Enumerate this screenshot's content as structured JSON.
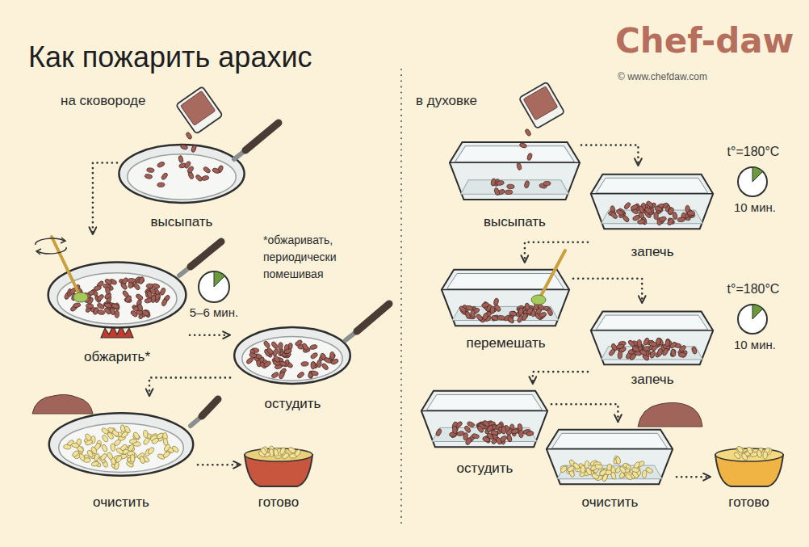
{
  "diagram": {
    "title": "Как пожарить арахис",
    "nodes": [
      {
        "text": [
          "высыпать"
        ]
      },
      {
        "text": [
          "обжарить*"
        ]
      },
      {
        "text": [
          "остудить"
        ]
      },
      {
        "text": [
          "очистить"
        ]
      },
      {
        "text": [
          "готово"
        ]
      },
      {
        "text": [
          "высыпать"
        ]
      },
      {
        "text": [
          "запечь"
        ]
      },
      {
        "text": [
          "перемешать"
        ]
      },
      {
        "text": [
          "запечь"
        ]
      },
      {
        "text": [
          "остудить"
        ]
      },
      {
        "text": [
          "очистить"
        ]
      },
      {
        "text": [
          "готово"
        ]
      }
    ],
    "edges": [
      {
        "from": 0,
        "to": 1,
        "arrow": "to"
      },
      {
        "from": 1,
        "to": 2,
        "arrow": "to"
      },
      {
        "from": 2,
        "to": 3,
        "arrow": "to"
      },
      {
        "from": 3,
        "to": 4,
        "arrow": "to"
      },
      {
        "from": 5,
        "to": 6,
        "arrow": "to"
      },
      {
        "from": 6,
        "to": 7,
        "arrow": "to"
      },
      {
        "from": 7,
        "to": 8,
        "arrow": "to"
      },
      {
        "from": 8,
        "to": 9,
        "arrow": "to"
      },
      {
        "from": 9,
        "to": 10,
        "arrow": "to"
      },
      {
        "from": 10,
        "to": 11,
        "arrow": "to"
      }
    ],
    "labels": [
      "на сковороде",
      "в духовке",
      "*обжаривать, периодически помешивая",
      "5–6 мин.",
      "t°=180°C",
      "10 мин.",
      "t°=180°C",
      "10 мин.",
      "Chef-daw",
      "© www.chefdaw.com"
    ]
  }
}
